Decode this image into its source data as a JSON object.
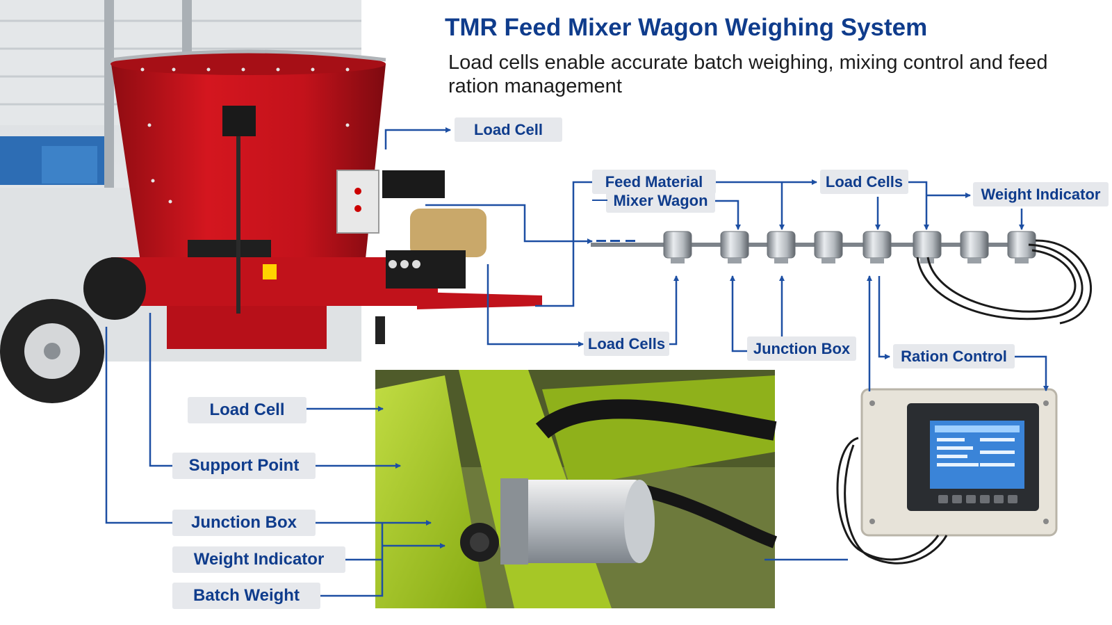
{
  "title": "TMR Feed Mixer Wagon Weighing System",
  "subtitle": "Load cells enable accurate batch weighing, mixing control and feed ration management",
  "labels": {
    "top_load_cell": "Load Cell",
    "feed_material": "Feed Material",
    "mixer_wagon": "Mixer Wagon",
    "load_cells_top": "Load Cells",
    "weight_indicator_top": "Weight Indicator",
    "load_cells_mid": "Load Cells",
    "junction_box_mid": "Junction Box",
    "ration_control": "Ration Control",
    "left_load_cell": "Load Cell",
    "support_point": "Support Point",
    "junction_box_left": "Junction Box",
    "weight_indicator_left": "Weight Indicator",
    "batch_weight": "Batch Weight"
  },
  "colors": {
    "accent": "#0f3c8c",
    "arrow": "#1d4fa3",
    "wagon_red": "#c8141e",
    "frame_green": "#9dc31e",
    "label_bg": "#e6e8ec"
  }
}
